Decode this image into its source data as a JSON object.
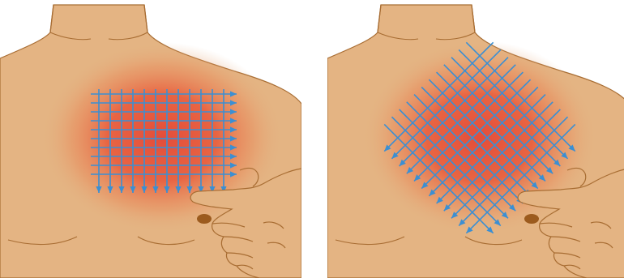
{
  "figure": {
    "panels": [
      {
        "id": "left",
        "grid_orientation": "axis-aligned",
        "arrow_directions": [
          "right",
          "down"
        ]
      },
      {
        "id": "right",
        "grid_orientation": "diagonal",
        "arrow_directions": [
          "down-right",
          "down-left"
        ]
      }
    ]
  },
  "colors": {
    "skin": "#e4b483",
    "skin_outline": "#a86d33",
    "heat_center": "#e34d3a",
    "grid_arrows": "#3b8fd3",
    "mole": "#9c5b1e"
  },
  "icons": {
    "finger_pointer": "pointing-hand-icon",
    "grid_arrow": "arrow-head-icon"
  }
}
